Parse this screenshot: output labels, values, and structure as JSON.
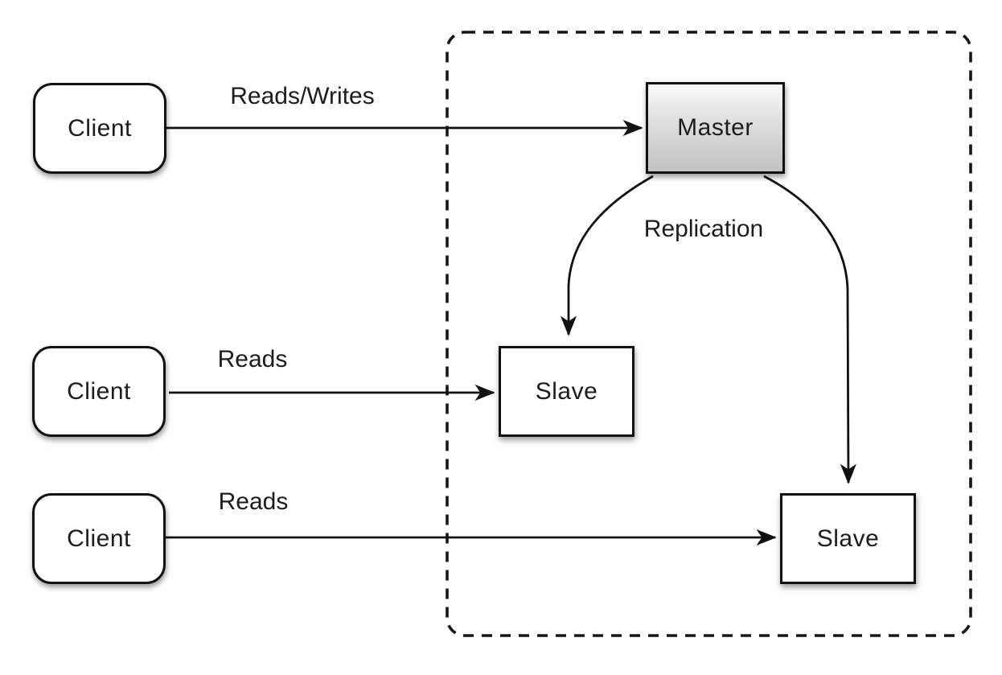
{
  "diagram": {
    "title": "master-slave-replication-topology",
    "nodes": {
      "clients": [
        {
          "id": "client-1",
          "label": "Client"
        },
        {
          "id": "client-2",
          "label": "Client"
        },
        {
          "id": "client-3",
          "label": "Client"
        }
      ],
      "master": {
        "id": "master",
        "label": "Master"
      },
      "slaves": [
        {
          "id": "slave-1",
          "label": "Slave"
        },
        {
          "id": "slave-2",
          "label": "Slave"
        }
      ]
    },
    "edges": [
      {
        "from": "client-1",
        "to": "master",
        "label": "Reads/Writes"
      },
      {
        "from": "client-2",
        "to": "slave-1",
        "label": "Reads"
      },
      {
        "from": "client-3",
        "to": "slave-2",
        "label": "Reads"
      },
      {
        "from": "master",
        "to": "slave-1",
        "label": "Replication"
      },
      {
        "from": "master",
        "to": "slave-2",
        "label": ""
      }
    ],
    "colors": {
      "stroke": "#111111",
      "text": "#1c1c1c",
      "node_fill": "#ffffff",
      "master_gradient_top": "#fafafa",
      "master_gradient_bottom": "#c2c2c2",
      "background": "#ffffff"
    }
  }
}
